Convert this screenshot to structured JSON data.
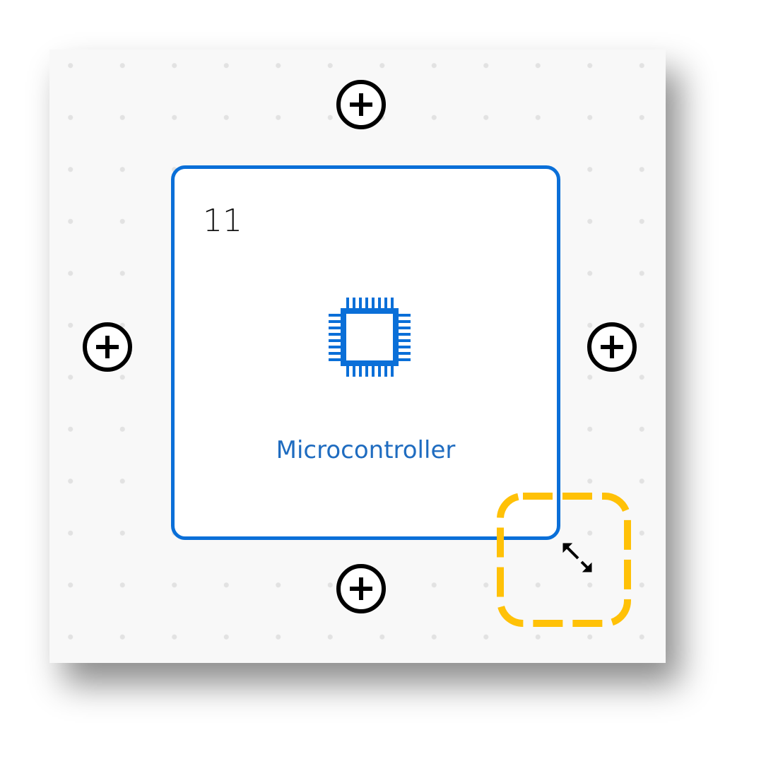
{
  "node": {
    "number": "11",
    "label": "Microcontroller",
    "icon": "chip-icon"
  },
  "colors": {
    "accent": "#0a6fd8",
    "label": "#1f6cc0",
    "highlight": "#ffc107"
  },
  "add_buttons": [
    "top",
    "left",
    "right",
    "bottom"
  ]
}
